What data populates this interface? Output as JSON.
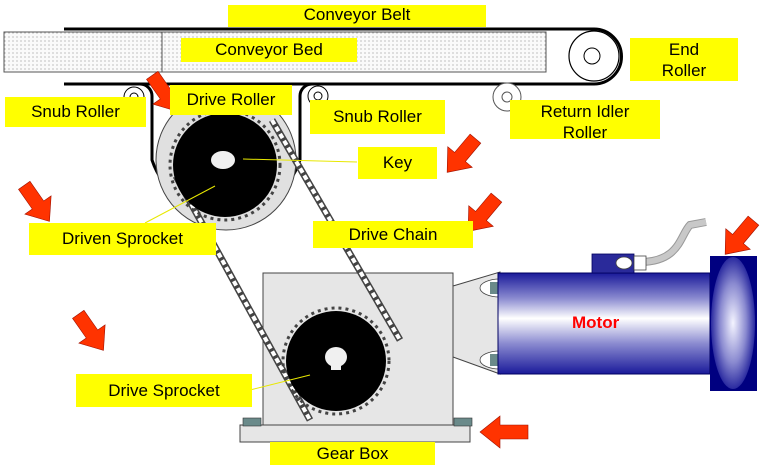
{
  "title": "Conveyor drive system diagram",
  "labels": {
    "conveyor_belt": "Conveyor Belt",
    "conveyor_bed": "Conveyor Bed",
    "end_roller_1": "End",
    "end_roller_2": "Roller",
    "snub_roller_left": "Snub Roller",
    "drive_roller": "Drive Roller",
    "snub_roller_right": "Snub Roller",
    "return_idler_1": "Return Idler",
    "return_idler_2": "Roller",
    "key": "Key",
    "driven_sprocket": "Driven Sprocket",
    "drive_chain": "Drive Chain",
    "motor": "Motor",
    "drive_sprocket": "Drive Sprocket",
    "gear_box": "Gear Box"
  },
  "colors": {
    "label_bg": "#ffff00",
    "arrow": "#ff3300",
    "motor_dark": "#000080",
    "motor_text": "#ff0000",
    "gearbox": "#e6e6e6",
    "sprocket": "#000000",
    "roller_fill": "#e0e0e0"
  }
}
